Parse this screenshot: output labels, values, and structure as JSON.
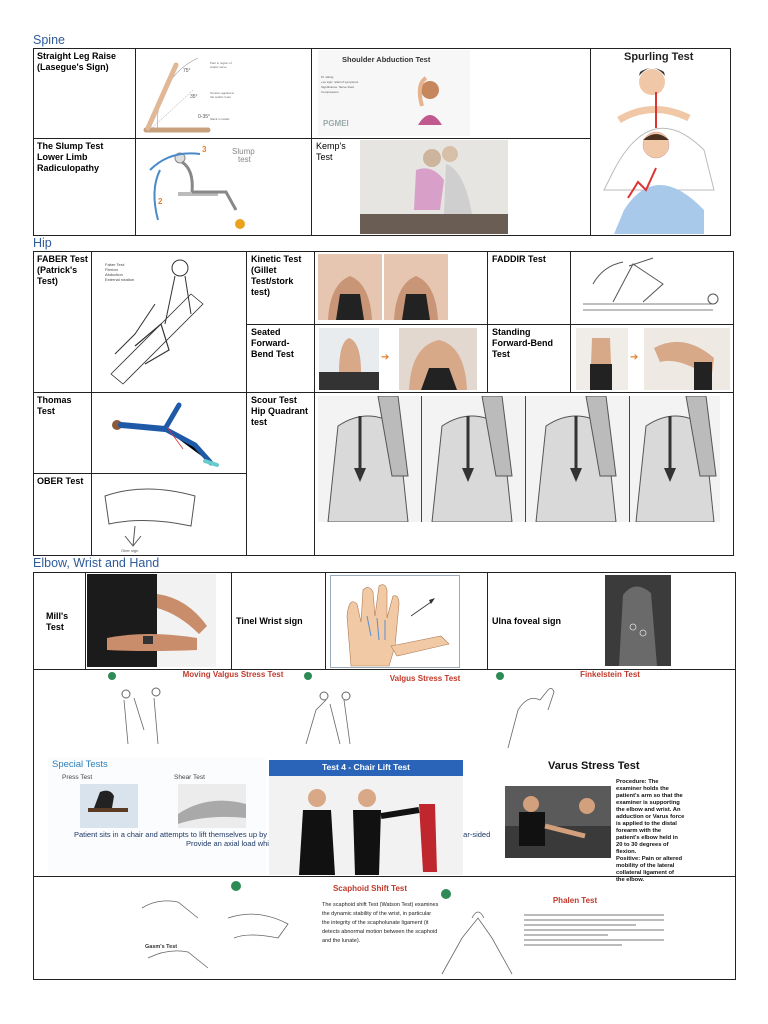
{
  "sections": {
    "spine": "Spine",
    "hip": "Hip",
    "elbow": "Elbow, Wrist and Hand"
  },
  "spine": {
    "straight_leg_raise": "Straight Leg Raise\n(Lasegue's Sign)",
    "shoulder_abduction_test": "Shoulder Abduction Test",
    "spurling_test": "Spurling Test",
    "slump_test": "The Slump Test\nLower Limb\nRadiculopathy",
    "slump_image_label": "Slump\ntest",
    "kemps_test": "Kemp's\nTest",
    "pgmei_logo": "PGMEI"
  },
  "hip": {
    "faber": "FABER Test\n(Patrick's\nTest)",
    "kinetic": "Kinetic Test\n(Gillet\nTest/stork\ntest)",
    "faddir": "FADDIR Test",
    "seated": "Seated\nForward-\nBend Test",
    "standing": "Standing\nForward-Bend\nTest",
    "thomas": "Thomas\nTest",
    "scour": "Scour Test\nHip Quadrant\ntest",
    "ober": "OBER Test"
  },
  "elbow": {
    "mills": "Mill's\nTest",
    "tinel": "Tinel Wrist sign",
    "ulna": "Ulna foveal sign",
    "moving_valgus": "Moving Valgus Stress Test",
    "valgus": "Valgus Stress Test",
    "finkelstein": "Finkelstein Test",
    "special_tests": "Special Tests",
    "press_test": "Press Test",
    "shear_test": "Shear Test",
    "press_bullets": "Patient sits in a chair\nand attempts to lift\nthemselves up by\nproviding a downward\nforce through the wrist\nPositive= ulnar-sided",
    "shear_bullets": "Provide an axial load\nwhile passively\npronate, supinate,\nulnar deviation\nPositive =",
    "chair_lift": "Test 4 - Chair Lift Test",
    "varus": "Varus Stress Test",
    "varus_text": "Procedure: The\nexaminer holds the\npatient's arm so that the\nexaminer is supporting\nthe elbow and wrist. An\nadduction or Varus force\nis applied to the distal\nforearm with the\npatient's elbow held in\n20 to 30 degrees of\nflexion.\nPositive: Pain or altered\nmobility of the lateral\ncollateral ligament of\nthe elbow.",
    "scaphoid": "Scaphoid Shift Test",
    "scaphoid_text": "The scaphoid shift Test (Watson Test) examines\nthe dynamic stability of the wrist, in particular\nthe integrity of the scapholunate ligament (it\ndetects abnormal motion between the scaphoid\nand the lunate).",
    "phalen": "Phalen Test",
    "gasm": "Gasm's Test"
  }
}
